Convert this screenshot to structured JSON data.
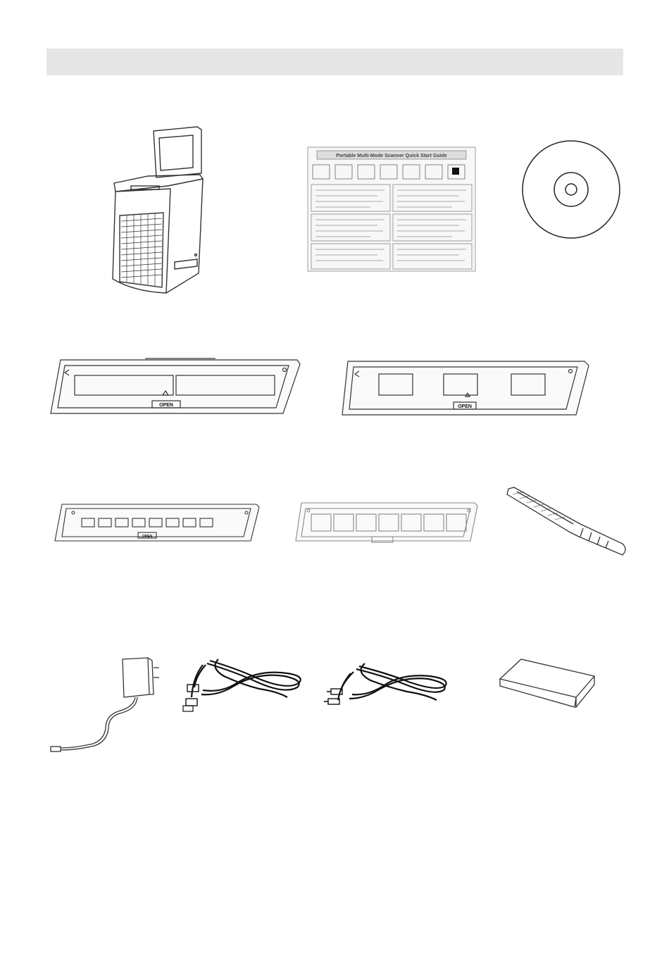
{
  "page": {
    "accent_color": "#e6e6e6",
    "line_color": "#333333"
  },
  "guide": {
    "title": "Portable Multi-Mode Scanner Quick Start Guide"
  },
  "holders": {
    "logo_text": "OPEN"
  },
  "items": [
    {
      "name": "film-scanner",
      "icon": "scanner-icon"
    },
    {
      "name": "quick-start-guide",
      "icon": "document-icon"
    },
    {
      "name": "software-cd",
      "icon": "cd-icon"
    },
    {
      "name": "photo-holder-large",
      "icon": "holder-icon"
    },
    {
      "name": "slide-holder",
      "icon": "holder-icon"
    },
    {
      "name": "film-holder-110",
      "icon": "holder-icon"
    },
    {
      "name": "film-holder-135",
      "icon": "holder-icon"
    },
    {
      "name": "cleaning-brush",
      "icon": "brush-icon"
    },
    {
      "name": "ac-adapter",
      "icon": "plug-icon"
    },
    {
      "name": "usb-cable",
      "icon": "usb-cable-icon"
    },
    {
      "name": "tv-cable",
      "icon": "av-cable-icon"
    },
    {
      "name": "battery-pack",
      "icon": "battery-icon"
    }
  ]
}
